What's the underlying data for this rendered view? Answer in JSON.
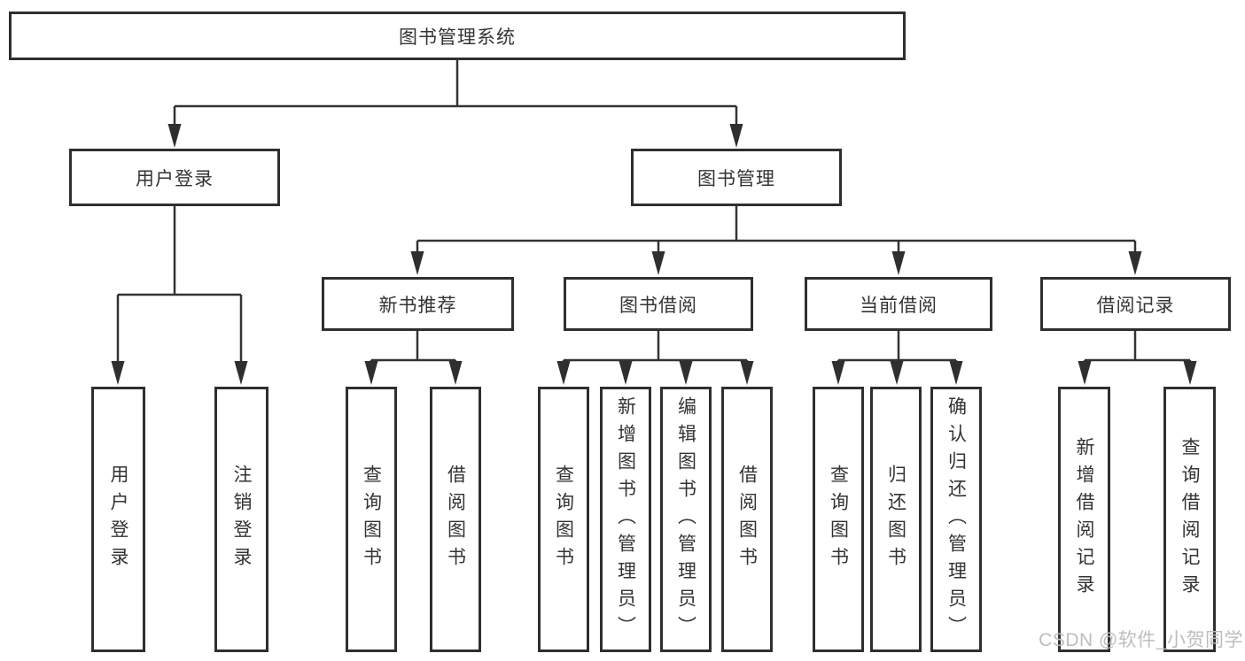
{
  "diagram": {
    "root": {
      "label": "图书管理系统"
    },
    "level2": [
      {
        "label": "用户登录"
      },
      {
        "label": "图书管理"
      }
    ],
    "level3": [
      {
        "label": "新书推荐"
      },
      {
        "label": "图书借阅"
      },
      {
        "label": "当前借阅"
      },
      {
        "label": "借阅记录"
      }
    ],
    "leaves": [
      {
        "label": "用户登录",
        "parent": "用户登录"
      },
      {
        "label": "注销登录",
        "parent": "用户登录"
      },
      {
        "label": "查询图书",
        "parent": "新书推荐"
      },
      {
        "label": "借阅图书",
        "parent": "新书推荐"
      },
      {
        "label": "查询图书",
        "parent": "图书借阅"
      },
      {
        "label": "新增图书（管理员）",
        "parent": "图书借阅"
      },
      {
        "label": "编辑图书（管理员）",
        "parent": "图书借阅"
      },
      {
        "label": "借阅图书",
        "parent": "图书借阅"
      },
      {
        "label": "查询图书",
        "parent": "当前借阅"
      },
      {
        "label": "归还图书",
        "parent": "当前借阅"
      },
      {
        "label": "确认归还（管理员）",
        "parent": "当前借阅"
      },
      {
        "label": "新增借阅记录",
        "parent": "借阅记录"
      },
      {
        "label": "查询借阅记录",
        "parent": "借阅记录"
      }
    ],
    "watermark": "CSDN @软件_小贺同学",
    "colors": {
      "line": "#333333",
      "text": "#333333",
      "background": "#ffffff",
      "watermark": "#bdbdbd"
    }
  }
}
